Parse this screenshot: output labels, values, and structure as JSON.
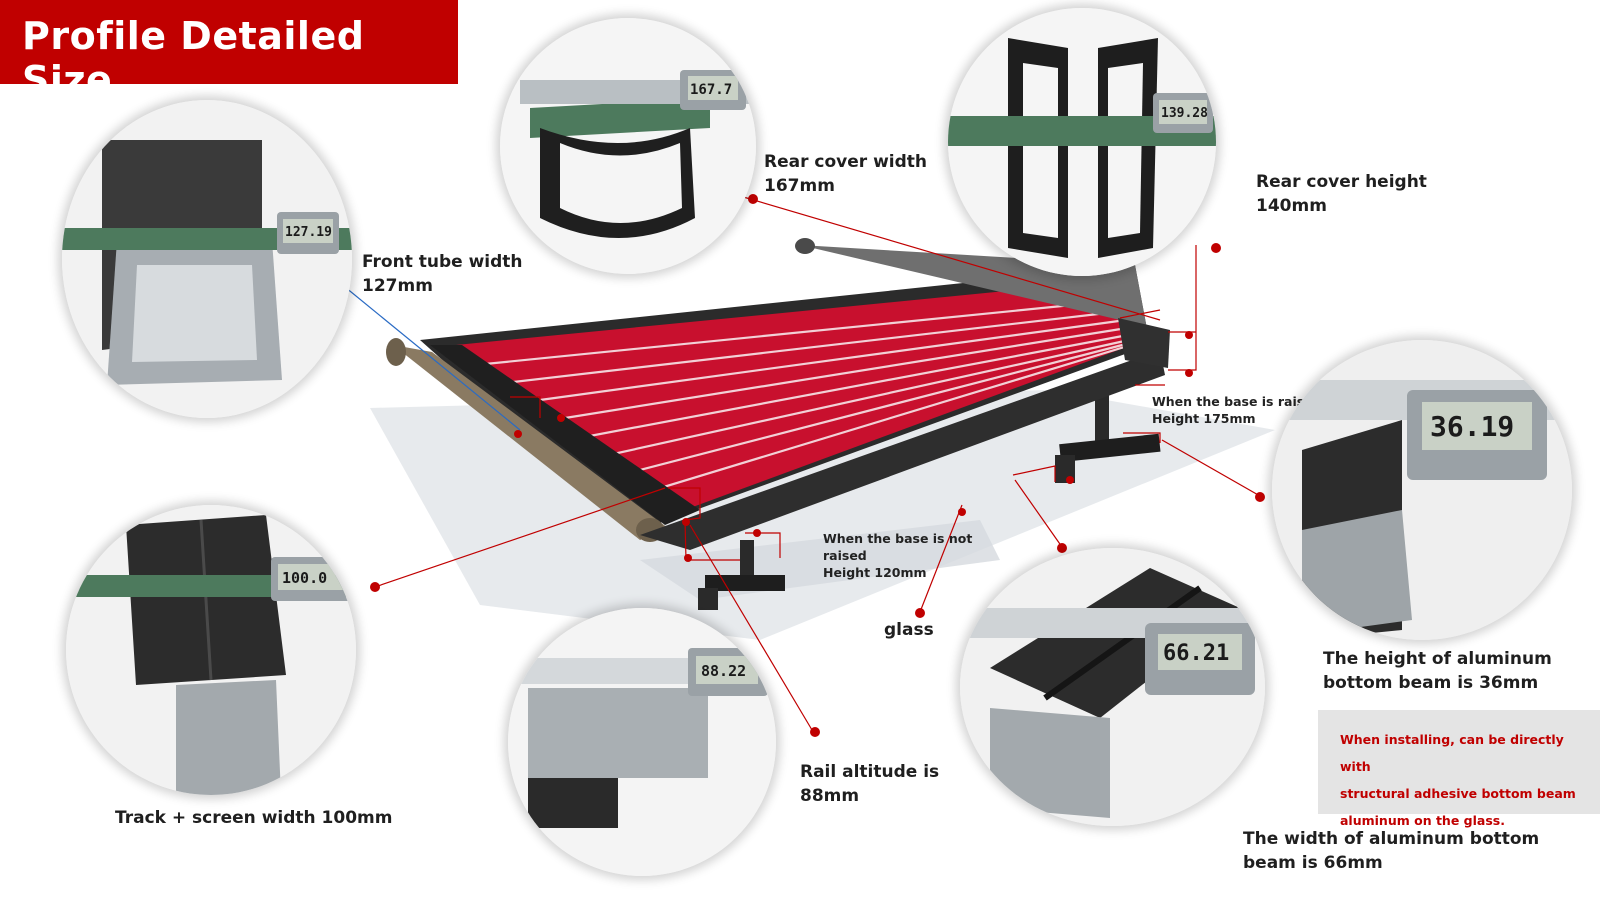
{
  "title": "Profile Detailed Size",
  "callouts": {
    "rear_cover_width": {
      "line1": "Rear cover width",
      "line2": "167mm",
      "reading": "167.7"
    },
    "rear_cover_height": {
      "line1": "Rear cover height",
      "line2": "140mm",
      "reading": "139.28"
    },
    "front_tube_width": {
      "line1": "Front tube width",
      "line2": "127mm",
      "reading": "127.19"
    },
    "base_raised": {
      "line1": "When the base is raised",
      "line2": "Height 175mm"
    },
    "base_not_raised": {
      "line1": "When the base is not",
      "line2": "raised",
      "line3": "Height 120mm"
    },
    "glass": {
      "text": "glass"
    },
    "bottom_beam_height": {
      "line1": "The height of aluminum",
      "line2": "bottom beam is 36mm",
      "reading": "36.19"
    },
    "track_screen_width": {
      "text": "Track + screen width 100mm",
      "reading": "100.0"
    },
    "rail_altitude": {
      "line1": "Rail altitude is",
      "line2": "88mm",
      "reading": "88.22"
    },
    "bottom_beam_width": {
      "line1": "The width of aluminum bottom",
      "line2": "beam is 66mm",
      "reading": "66.21"
    }
  },
  "note": {
    "line1": "When installing, can be directly with",
    "line2": "structural adhesive bottom beam",
    "line3": "aluminum on the glass."
  },
  "colors": {
    "title_bg": "#c00000",
    "accent_red": "#c00000",
    "screen_red": "#c8102e",
    "frame_dark": "#2b2b2b",
    "bronze": "#8a7a62",
    "note_bg": "#e4e4e4"
  }
}
